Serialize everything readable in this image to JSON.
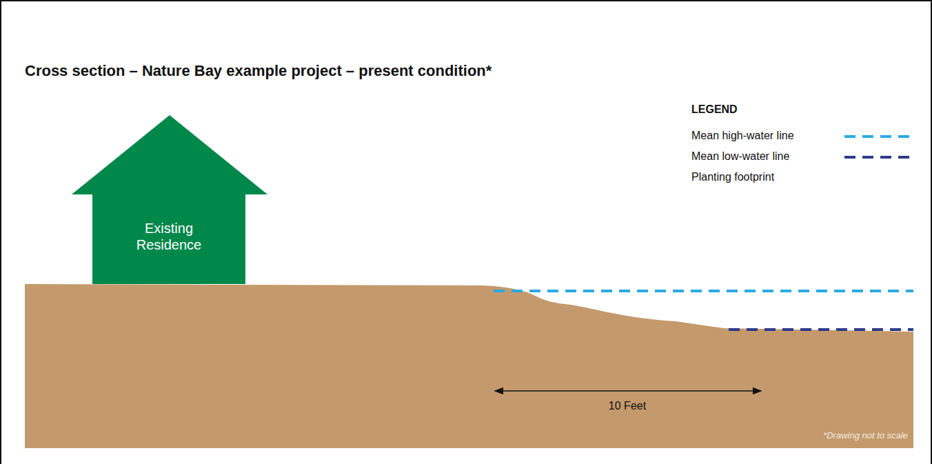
{
  "diagram": {
    "title": "Cross section – Nature Bay example project – present condition*",
    "nodes": [
      {
        "text": [
          "Existing Residence"
        ]
      }
    ],
    "labels": [
      "LEGEND",
      "10 Feet",
      "*Drawing not to scale"
    ],
    "legend": [
      {
        "text": "Mean high-water line"
      },
      {
        "text": "Mean low-water line"
      },
      {
        "text": "Planting footprint"
      }
    ]
  }
}
